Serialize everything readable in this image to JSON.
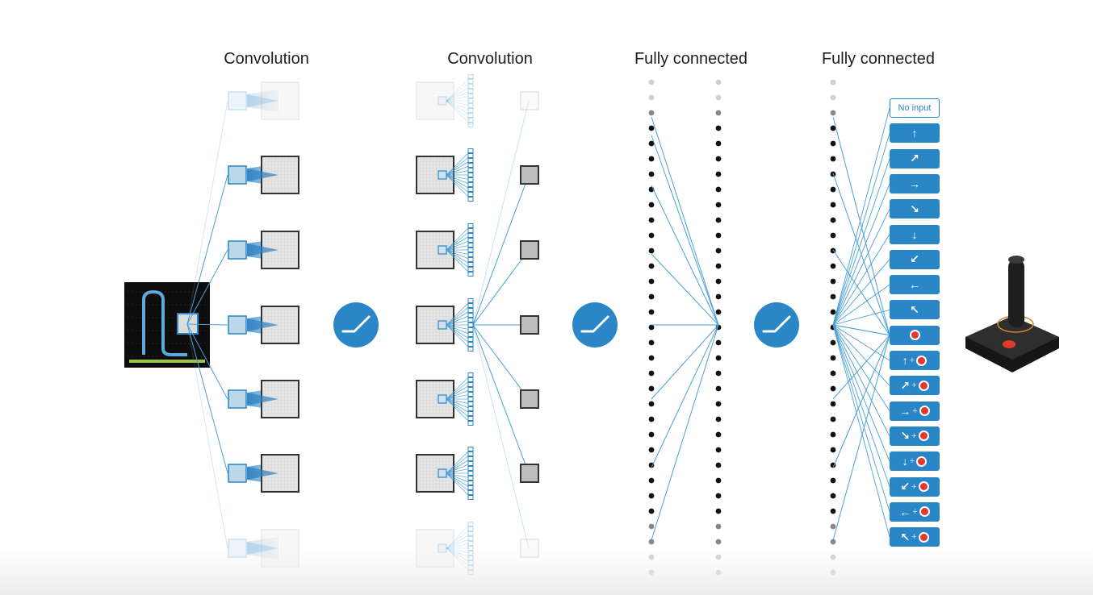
{
  "layers": [
    {
      "label": "Convolution"
    },
    {
      "label": "Convolution"
    },
    {
      "label": "Fully connected"
    },
    {
      "label": "Fully connected"
    }
  ],
  "actions": [
    {
      "name": "no-input",
      "text": "No input",
      "fire": false
    },
    {
      "name": "up",
      "glyph": "↑",
      "fire": false
    },
    {
      "name": "up-right",
      "glyph": "↗",
      "fire": false
    },
    {
      "name": "right",
      "glyph": "→",
      "fire": false
    },
    {
      "name": "down-right",
      "glyph": "↘",
      "fire": false
    },
    {
      "name": "down",
      "glyph": "↓",
      "fire": false
    },
    {
      "name": "down-left",
      "glyph": "↙",
      "fire": false
    },
    {
      "name": "left",
      "glyph": "←",
      "fire": false
    },
    {
      "name": "up-left",
      "glyph": "↖",
      "fire": false
    },
    {
      "name": "fire",
      "glyph": "",
      "fire": true
    },
    {
      "name": "up-fire",
      "glyph": "↑",
      "plus": "+",
      "fire": true
    },
    {
      "name": "up-right-fire",
      "glyph": "↗",
      "plus": "+",
      "fire": true
    },
    {
      "name": "right-fire",
      "glyph": "→",
      "plus": "+",
      "fire": true
    },
    {
      "name": "down-right-fire",
      "glyph": "↘",
      "plus": "+",
      "fire": true
    },
    {
      "name": "down-fire",
      "glyph": "↓",
      "plus": "+",
      "fire": true
    },
    {
      "name": "down-left-fire",
      "glyph": "↙",
      "plus": "+",
      "fire": true
    },
    {
      "name": "left-fire",
      "glyph": "←",
      "plus": "+",
      "fire": true
    },
    {
      "name": "up-left-fire",
      "glyph": "↖",
      "plus": "+",
      "fire": true
    }
  ],
  "colors": {
    "accent": "#2a86c7",
    "line": "#4aa0d6",
    "fire": "#e03a2c",
    "node": "#111111"
  }
}
